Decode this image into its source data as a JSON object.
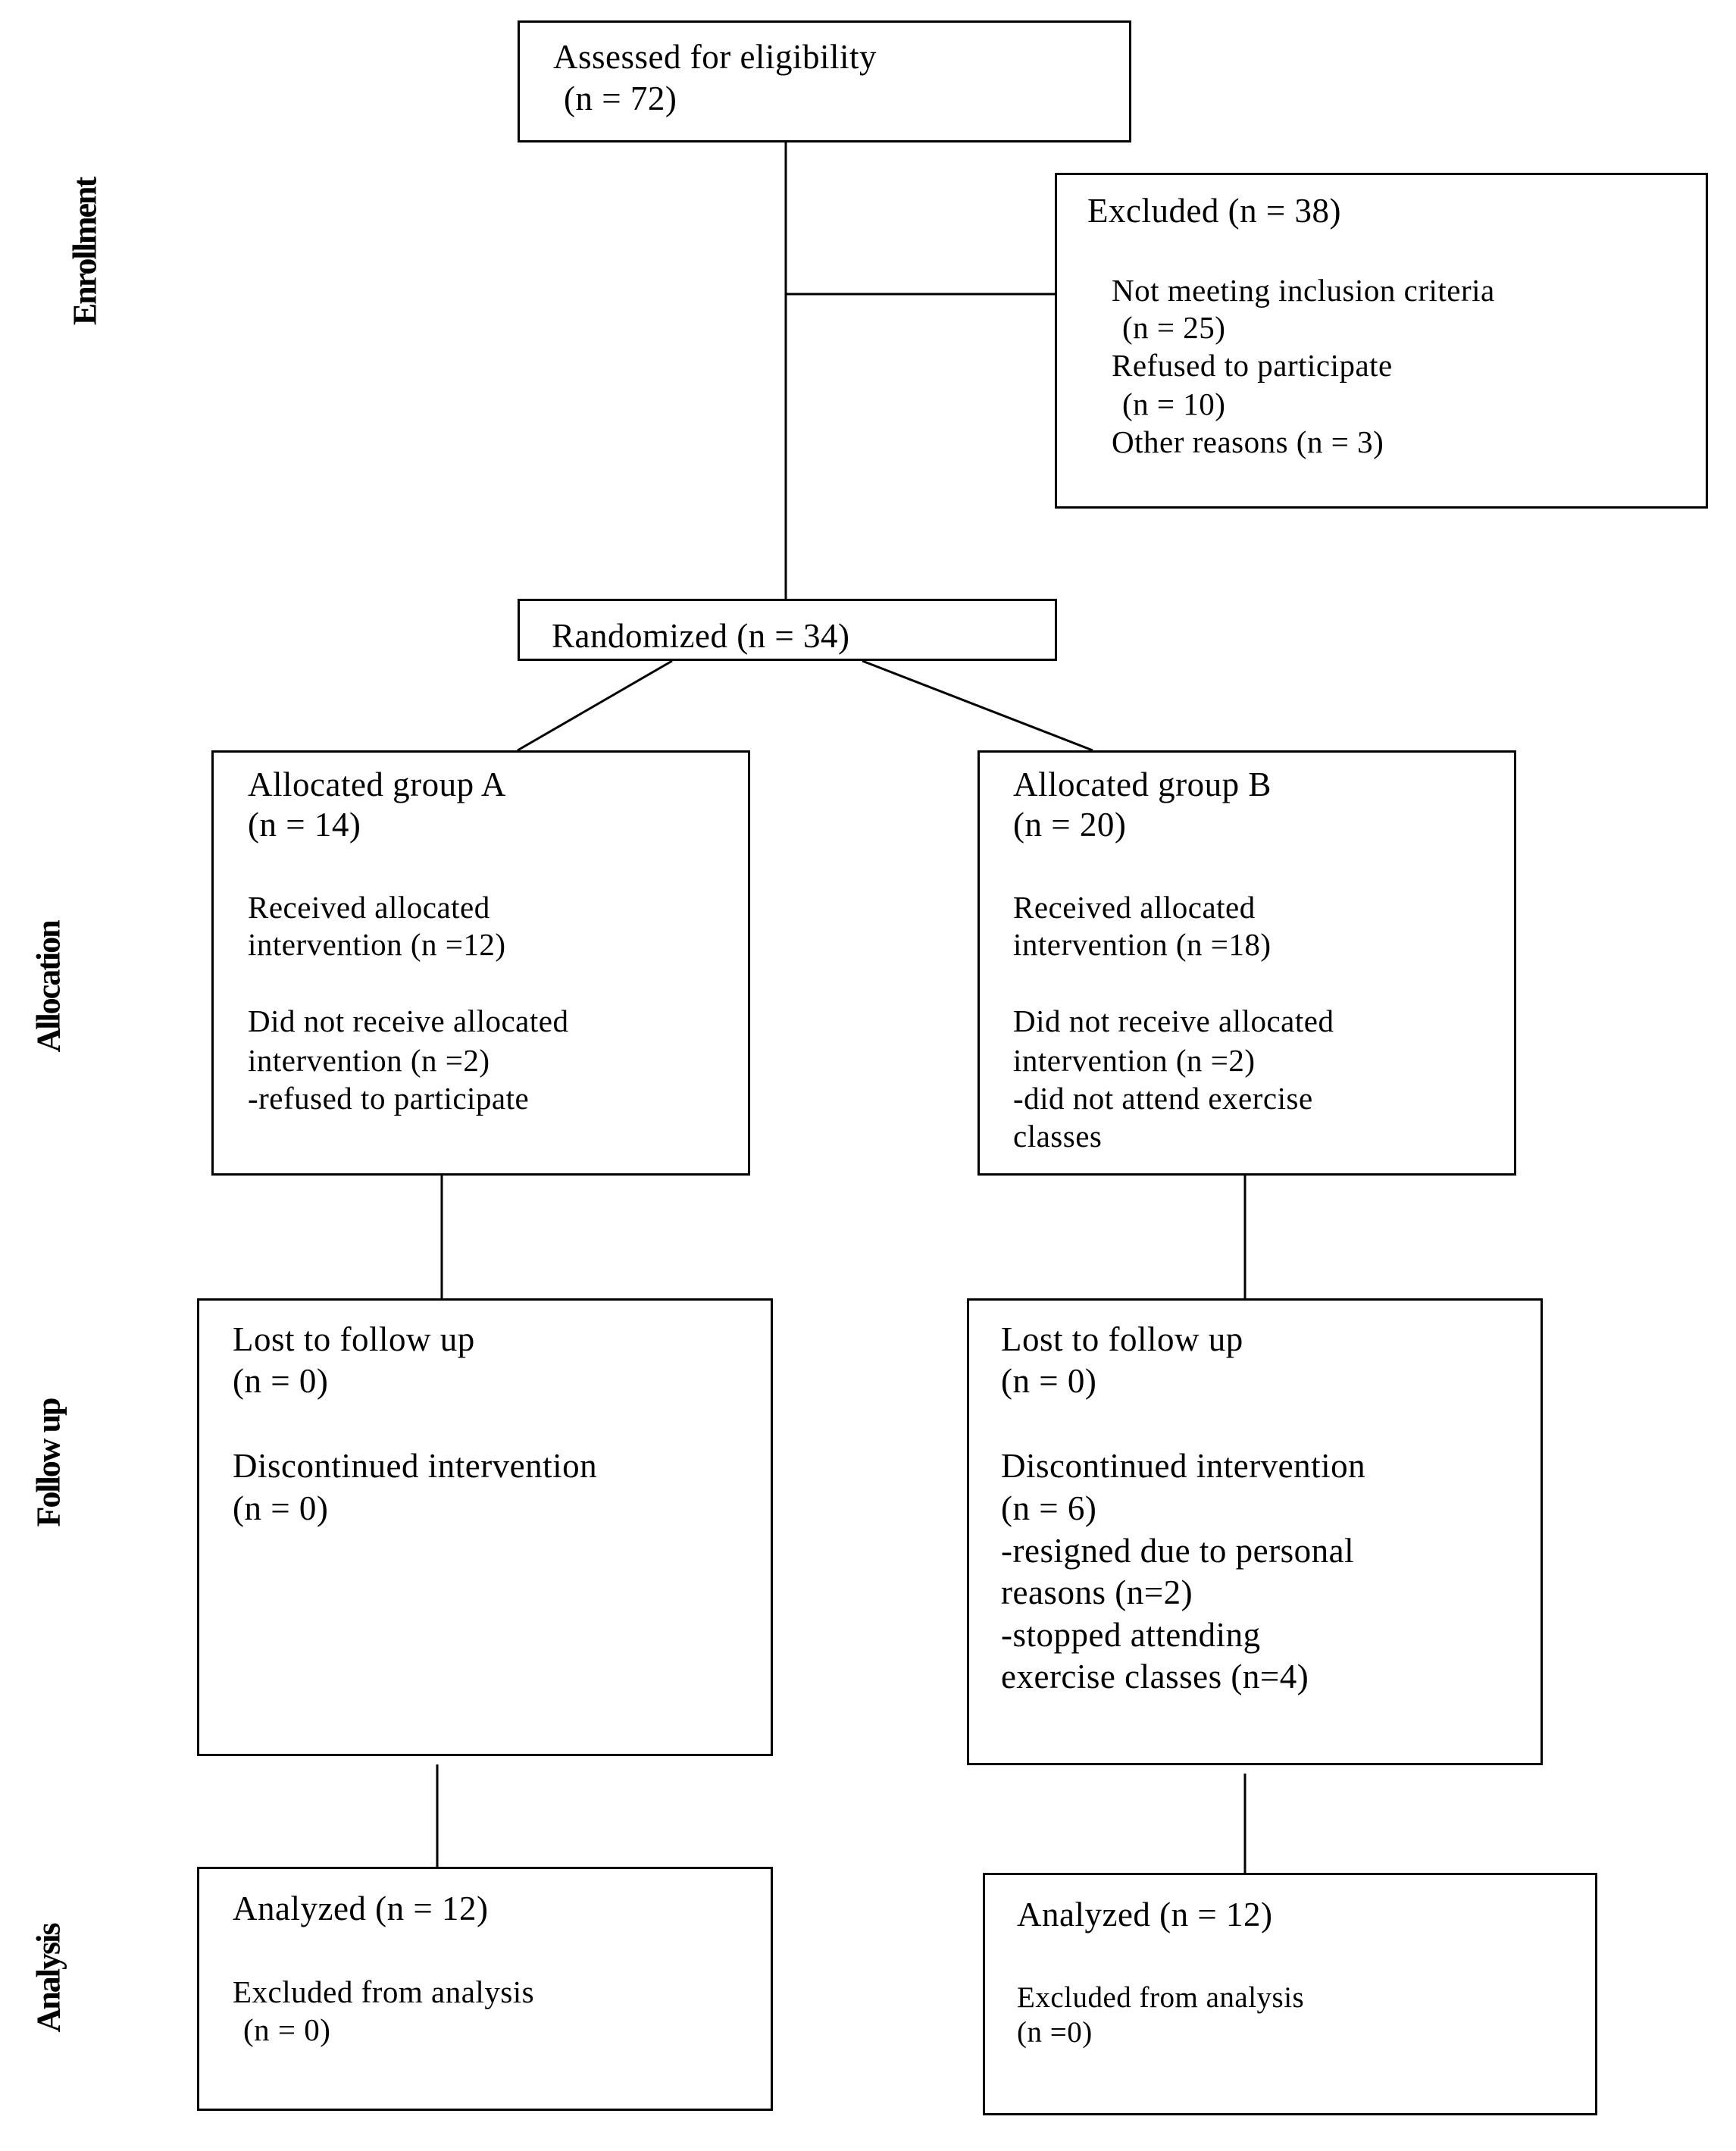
{
  "stages": {
    "enrollment": "Enrollment",
    "allocation": "Allocation",
    "follow_up": "Follow up",
    "analysis": "Analysis"
  },
  "assessed": {
    "title": "Assessed for eligibility",
    "count": "(n = 72)"
  },
  "excluded": {
    "title": "Excluded (n = 38)",
    "reason1": "Not meeting inclusion criteria",
    "reason1_count": "(n = 25)",
    "reason2": "Refused to participate",
    "reason2_count": "(n = 10)",
    "reason3": "Other reasons (n = 3)"
  },
  "randomized": {
    "title": "Randomized (n = 34)"
  },
  "group_a": {
    "allocation": {
      "title": "Allocated group A",
      "count": "(n = 14)",
      "received_1": "Received allocated",
      "received_2": "intervention (n =12)",
      "not_received_1": "Did not receive allocated",
      "not_received_2": "intervention (n =2)",
      "not_received_reason": "-refused to participate"
    },
    "follow_up": {
      "lost": "Lost to follow up",
      "lost_count": "(n = 0)",
      "discontinued": "Discontinued intervention",
      "discontinued_count": "(n = 0)"
    },
    "analysis": {
      "analyzed": "Analyzed (n = 12)",
      "excluded": "Excluded from analysis",
      "excluded_count": "(n = 0)"
    }
  },
  "group_b": {
    "allocation": {
      "title": "Allocated group B",
      "count": "(n = 20)",
      "received_1": "Received allocated",
      "received_2": "intervention (n =18)",
      "not_received_1": "Did not receive allocated",
      "not_received_2": "intervention (n =2)",
      "not_received_reason_1": "-did not attend exercise",
      "not_received_reason_2": "classes"
    },
    "follow_up": {
      "lost": "Lost to follow up",
      "lost_count": "(n = 0)",
      "discontinued": "Discontinued intervention",
      "discontinued_count": "(n = 6)",
      "reason1_1": "-resigned due to personal",
      "reason1_2": "reasons (n=2)",
      "reason2_1": "-stopped attending",
      "reason2_2": "exercise classes (n=4)"
    },
    "analysis": {
      "analyzed": "Analyzed (n = 12)",
      "excluded": "Excluded from analysis",
      "excluded_count": "(n =0)"
    }
  }
}
